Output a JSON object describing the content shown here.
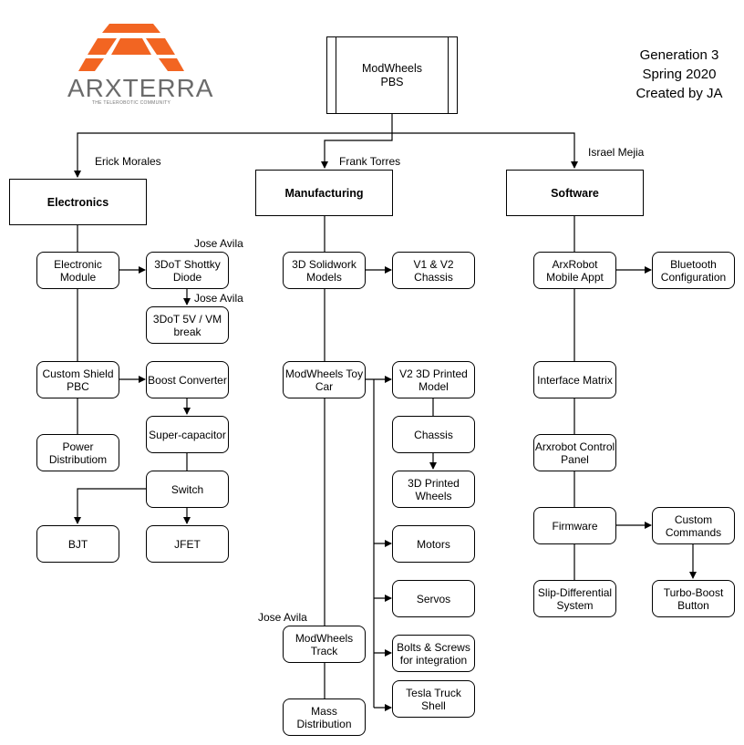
{
  "logo": {
    "text": "ARXTERRA",
    "tagline": "THE TELEROBOTIC COMMUNITY"
  },
  "header": {
    "generation": "Generation 3\nSpring 2020\nCreated by JA"
  },
  "root": {
    "label": "ModWheels\nPBS"
  },
  "leads": {
    "electronics": "Erick Morales",
    "manufacturing": "Frank Torres",
    "software": "Israel Mejia",
    "shottky": "Jose Avila",
    "vm_break": "Jose Avila",
    "track": "Jose Avila"
  },
  "electronics": {
    "title": "Electronics",
    "electronic_module": "Electronic\nModule",
    "shottky_diode": "3DoT Shottky\nDiode",
    "vm_break": "3DoT 5V / VM\nbreak",
    "custom_shield": "Custom Shield\nPBC",
    "boost_converter": "Boost Converter",
    "power_distribution": "Power\nDistributiom",
    "super_capacitor": "Super-capacitor",
    "switch": "Switch",
    "bjt": "BJT",
    "jfet": "JFET"
  },
  "manufacturing": {
    "title": "Manufacturing",
    "solidwork_models": "3D Solidwork\nModels",
    "v1_v2_chassis": "V1 & V2\nChassis",
    "toy_car": "ModWheels Toy\nCar",
    "v2_printed_model": "V2 3D Printed\nModel",
    "chassis": "Chassis",
    "printed_wheels": "3D Printed\nWheels",
    "motors": "Motors",
    "servos": "Servos",
    "bolts_screws": "Bolts & Screws\nfor integration",
    "tesla_shell": "Tesla Truck\nShell",
    "track": "ModWheels\nTrack",
    "mass_distribution": "Mass\nDistribution"
  },
  "software": {
    "title": "Software",
    "mobile_app": "ArxRobot\nMobile Appt",
    "bluetooth_config": "Bluetooth\nConfiguration",
    "interface_matrix": "Interface Matrix",
    "control_panel": "Arxrobot Control\nPanel",
    "firmware": "Firmware",
    "custom_commands": "Custom\nCommands",
    "slip_differential": "Slip-Differential\nSystem",
    "turbo_boost": "Turbo-Boost\nButton"
  },
  "colors": {
    "logo_accent": "#F26522",
    "logo_text": "#6B6B6B"
  }
}
